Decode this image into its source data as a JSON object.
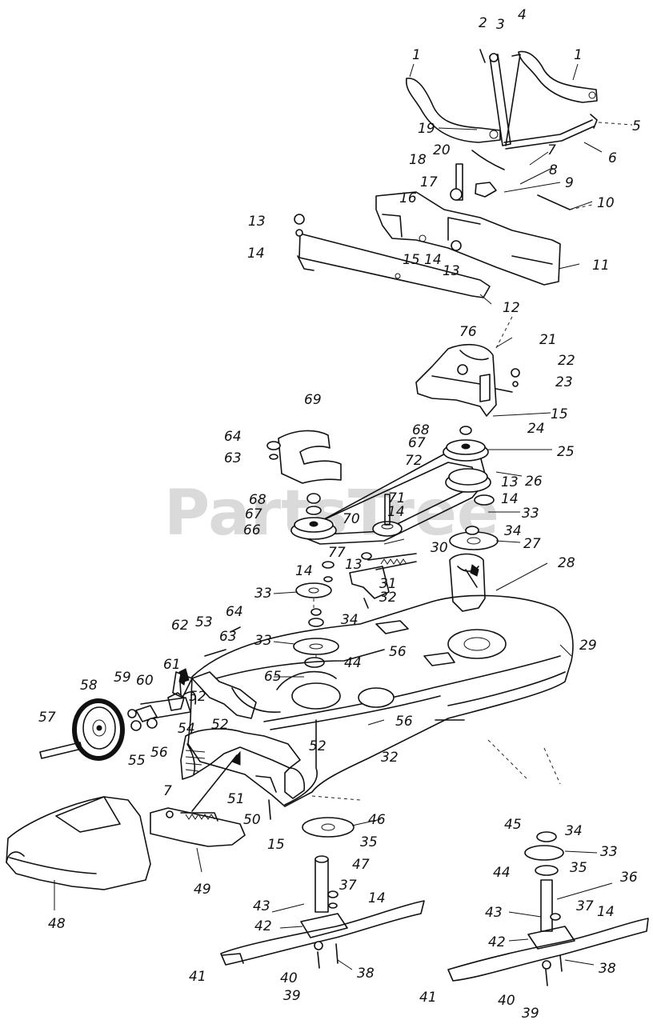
{
  "watermark": {
    "text": "PartsTree",
    "trademark": "™"
  },
  "callouts": [
    {
      "n": "1"
    },
    {
      "n": "2"
    },
    {
      "n": "3"
    },
    {
      "n": "4"
    },
    {
      "n": "1"
    },
    {
      "n": "19"
    },
    {
      "n": "5"
    },
    {
      "n": "6"
    },
    {
      "n": "20"
    },
    {
      "n": "7"
    },
    {
      "n": "18"
    },
    {
      "n": "8"
    },
    {
      "n": "17"
    },
    {
      "n": "9"
    },
    {
      "n": "10"
    },
    {
      "n": "16"
    },
    {
      "n": "13"
    },
    {
      "n": "14"
    },
    {
      "n": "15"
    },
    {
      "n": "14"
    },
    {
      "n": "13"
    },
    {
      "n": "11"
    },
    {
      "n": "12"
    },
    {
      "n": "76"
    },
    {
      "n": "21"
    },
    {
      "n": "22"
    },
    {
      "n": "23"
    },
    {
      "n": "15"
    },
    {
      "n": "24"
    },
    {
      "n": "69"
    },
    {
      "n": "64"
    },
    {
      "n": "63"
    },
    {
      "n": "68"
    },
    {
      "n": "67"
    },
    {
      "n": "25"
    },
    {
      "n": "72"
    },
    {
      "n": "26"
    },
    {
      "n": "13"
    },
    {
      "n": "68"
    },
    {
      "n": "67"
    },
    {
      "n": "71"
    },
    {
      "n": "14"
    },
    {
      "n": "14"
    },
    {
      "n": "33"
    },
    {
      "n": "70"
    },
    {
      "n": "66"
    },
    {
      "n": "34"
    },
    {
      "n": "27"
    },
    {
      "n": "30"
    },
    {
      "n": "77"
    },
    {
      "n": "13"
    },
    {
      "n": "28"
    },
    {
      "n": "14"
    },
    {
      "n": "31"
    },
    {
      "n": "32"
    },
    {
      "n": "33"
    },
    {
      "n": "34"
    },
    {
      "n": "64"
    },
    {
      "n": "53"
    },
    {
      "n": "62"
    },
    {
      "n": "63"
    },
    {
      "n": "33"
    },
    {
      "n": "29"
    },
    {
      "n": "44"
    },
    {
      "n": "56"
    },
    {
      "n": "61"
    },
    {
      "n": "65"
    },
    {
      "n": "58"
    },
    {
      "n": "59"
    },
    {
      "n": "60"
    },
    {
      "n": "57"
    },
    {
      "n": "54"
    },
    {
      "n": "52"
    },
    {
      "n": "52"
    },
    {
      "n": "56"
    },
    {
      "n": "55"
    },
    {
      "n": "56"
    },
    {
      "n": "52"
    },
    {
      "n": "32"
    },
    {
      "n": "7"
    },
    {
      "n": "51"
    },
    {
      "n": "50"
    },
    {
      "n": "46"
    },
    {
      "n": "15"
    },
    {
      "n": "35"
    },
    {
      "n": "45"
    },
    {
      "n": "34"
    },
    {
      "n": "33"
    },
    {
      "n": "47"
    },
    {
      "n": "44"
    },
    {
      "n": "35"
    },
    {
      "n": "37"
    },
    {
      "n": "36"
    },
    {
      "n": "43"
    },
    {
      "n": "14"
    },
    {
      "n": "43"
    },
    {
      "n": "37"
    },
    {
      "n": "14"
    },
    {
      "n": "42"
    },
    {
      "n": "42"
    },
    {
      "n": "48"
    },
    {
      "n": "49"
    },
    {
      "n": "38"
    },
    {
      "n": "41"
    },
    {
      "n": "40"
    },
    {
      "n": "39"
    },
    {
      "n": "38"
    },
    {
      "n": "41"
    },
    {
      "n": "40"
    },
    {
      "n": "39"
    }
  ]
}
